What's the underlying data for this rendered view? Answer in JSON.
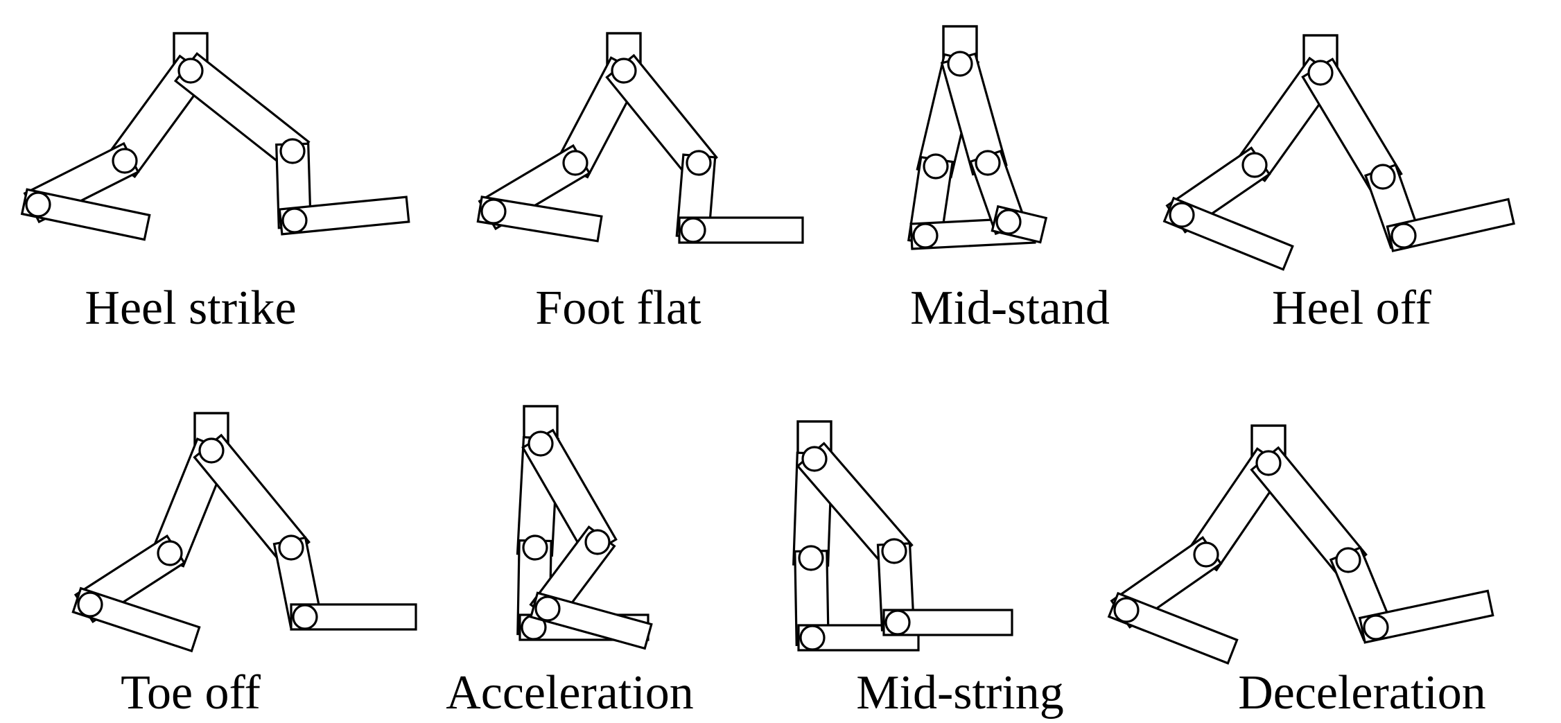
{
  "phases": [
    {
      "label": "Heel strike"
    },
    {
      "label": "Foot flat"
    },
    {
      "label": "Mid-stand"
    },
    {
      "label": "Heel off"
    },
    {
      "label": "Toe off"
    },
    {
      "label": "Acceleration"
    },
    {
      "label": "Mid-string"
    },
    {
      "label": "Deceleration"
    }
  ]
}
